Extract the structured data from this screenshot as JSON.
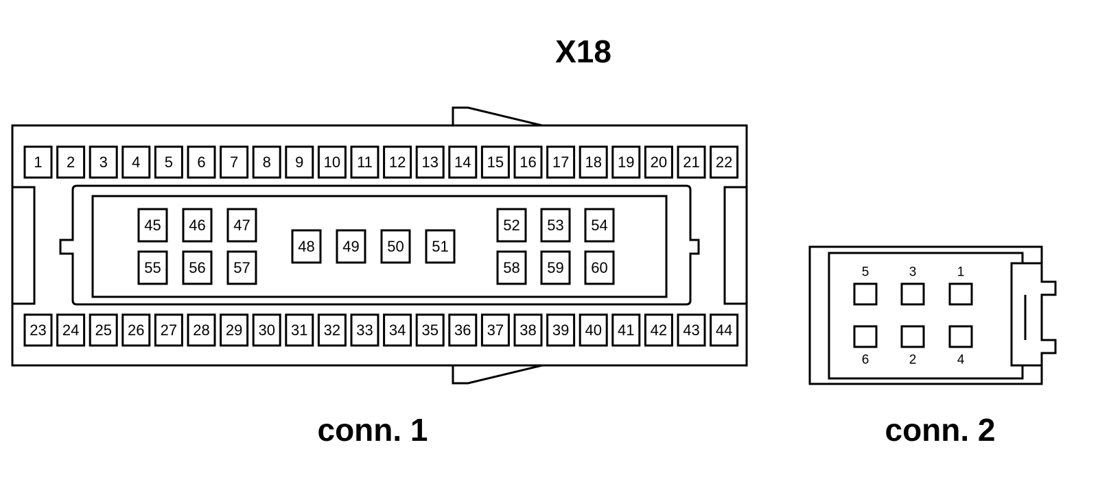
{
  "title": "X18",
  "connector1": {
    "label": "conn. 1",
    "top_row": [
      "1",
      "2",
      "3",
      "4",
      "5",
      "6",
      "7",
      "8",
      "9",
      "10",
      "11",
      "12",
      "13",
      "14",
      "15",
      "16",
      "17",
      "18",
      "19",
      "20",
      "21",
      "22"
    ],
    "bottom_row": [
      "23",
      "24",
      "25",
      "26",
      "27",
      "28",
      "29",
      "30",
      "31",
      "32",
      "33",
      "34",
      "35",
      "36",
      "37",
      "38",
      "39",
      "40",
      "41",
      "42",
      "43",
      "44"
    ],
    "inner_left_upper": [
      "45",
      "46",
      "47"
    ],
    "inner_left_lower": [
      "55",
      "56",
      "57"
    ],
    "inner_middle": [
      "48",
      "49",
      "50",
      "51"
    ],
    "inner_right_upper": [
      "52",
      "53",
      "54"
    ],
    "inner_right_lower": [
      "58",
      "59",
      "60"
    ]
  },
  "connector2": {
    "label": "conn. 2",
    "upper_labels": [
      "5",
      "3",
      "1"
    ],
    "lower_labels": [
      "6",
      "2",
      "4"
    ]
  }
}
